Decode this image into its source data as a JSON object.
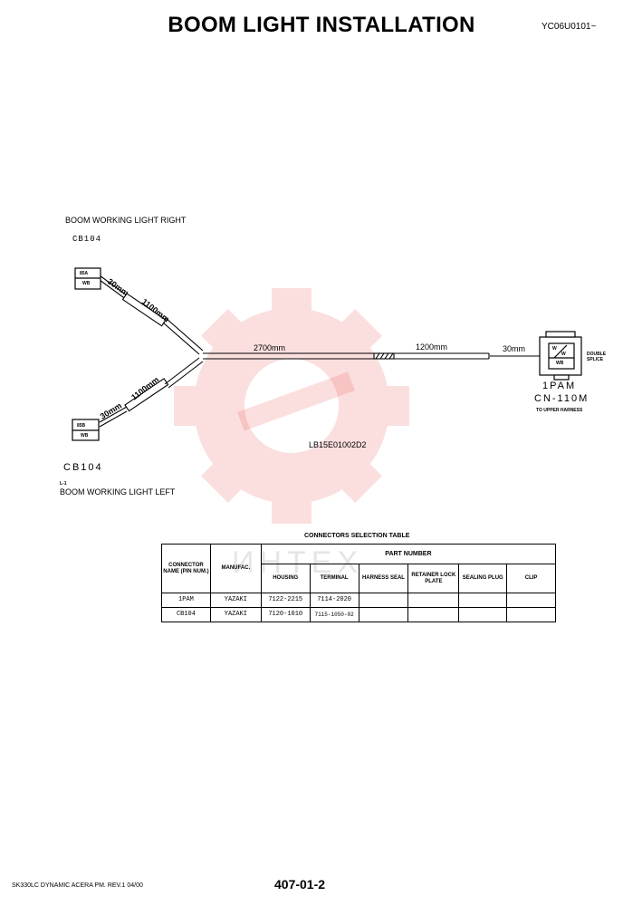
{
  "title": "BOOM  LIGHT INSTALLATION",
  "doc_code": "YC06U0101~",
  "connectors": {
    "right": {
      "caption": "BOOM WORKING LIGHT RIGHT",
      "id": "CB104",
      "box_top": "85A",
      "box_bottom": "WB"
    },
    "left": {
      "caption": "BOOM WORKING LIGHT LEFT",
      "sub": "L-1",
      "id": "CB104",
      "box_top": "85B",
      "box_bottom": "WB"
    },
    "upper": {
      "box_top": "W",
      "box_mid": "W",
      "box_bottom": "WB",
      "splice": "DOUBLE SPLICE",
      "name": "1PAM",
      "cn": "CN-110M",
      "to": "TO UPPER HARNESS"
    }
  },
  "dims": {
    "upper_tip": "30mm",
    "upper_branch": "1100mm",
    "lower_tip": "30mm",
    "lower_branch": "1100mm",
    "trunk_a": "2700mm",
    "trunk_b": "1200mm",
    "trunk_tip": "30mm"
  },
  "harness_no": "LB15E01002D2",
  "watermark": "ИНТЕХ",
  "table": {
    "title": "CONNECTORS SELECTION TABLE",
    "headers": {
      "connector": "CONNECTOR NAME (PIN NUM.)",
      "manufac": "MANUFAC.",
      "part_number": "PART NUMBER",
      "housing": "HOUSING",
      "terminal": "TERMINAL",
      "harness_seal": "HARNESS SEAL",
      "retainer": "RETAINER LOCK PLATE",
      "sealing": "SEALING PLUG",
      "clip": "CLIP"
    },
    "rows": [
      {
        "connector": "1PAM",
        "manufac": "YAZAKI",
        "housing": "7122-2215",
        "terminal": "7114-2020",
        "harness_seal": "",
        "retainer": "",
        "sealing": "",
        "clip": ""
      },
      {
        "connector": "CB104",
        "manufac": "YAZAKI",
        "housing": "7120-1010",
        "terminal": "7115-1050-02",
        "harness_seal": "",
        "retainer": "",
        "sealing": "",
        "clip": ""
      }
    ]
  },
  "footer": {
    "left": "SK330LC DYNAMIC ACERA PM. REV.1 04/00",
    "page": "407-01-2"
  }
}
